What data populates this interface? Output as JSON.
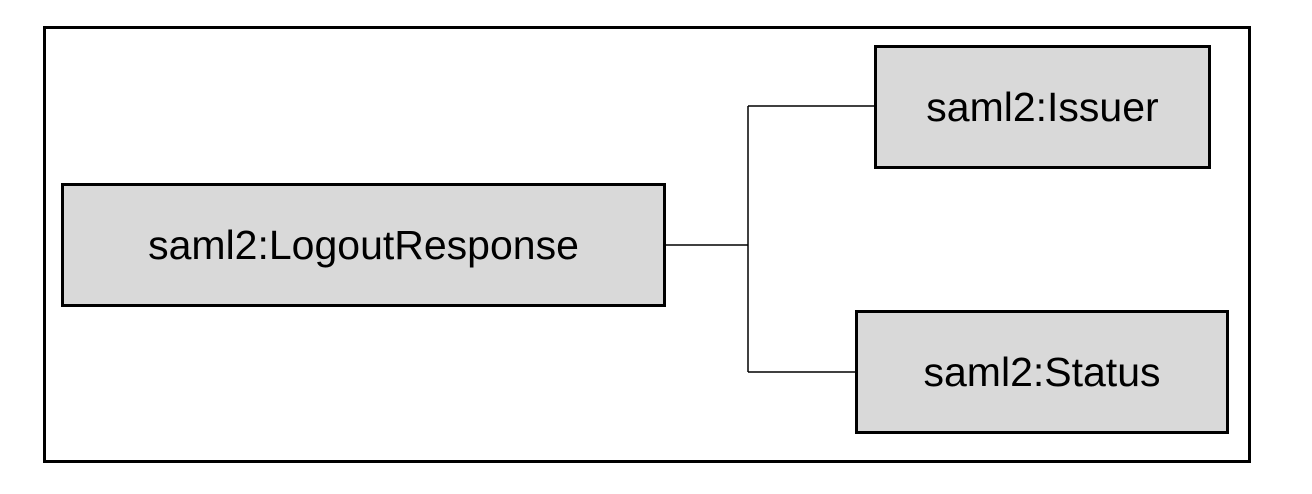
{
  "diagram": {
    "root": {
      "label": "saml2:LogoutResponse"
    },
    "children": [
      {
        "label": "saml2:Issuer"
      },
      {
        "label": "saml2:Status"
      }
    ]
  },
  "colors": {
    "box_fill": "#d9d9d9",
    "border": "#000000",
    "text": "#000000",
    "background": "#ffffff"
  }
}
